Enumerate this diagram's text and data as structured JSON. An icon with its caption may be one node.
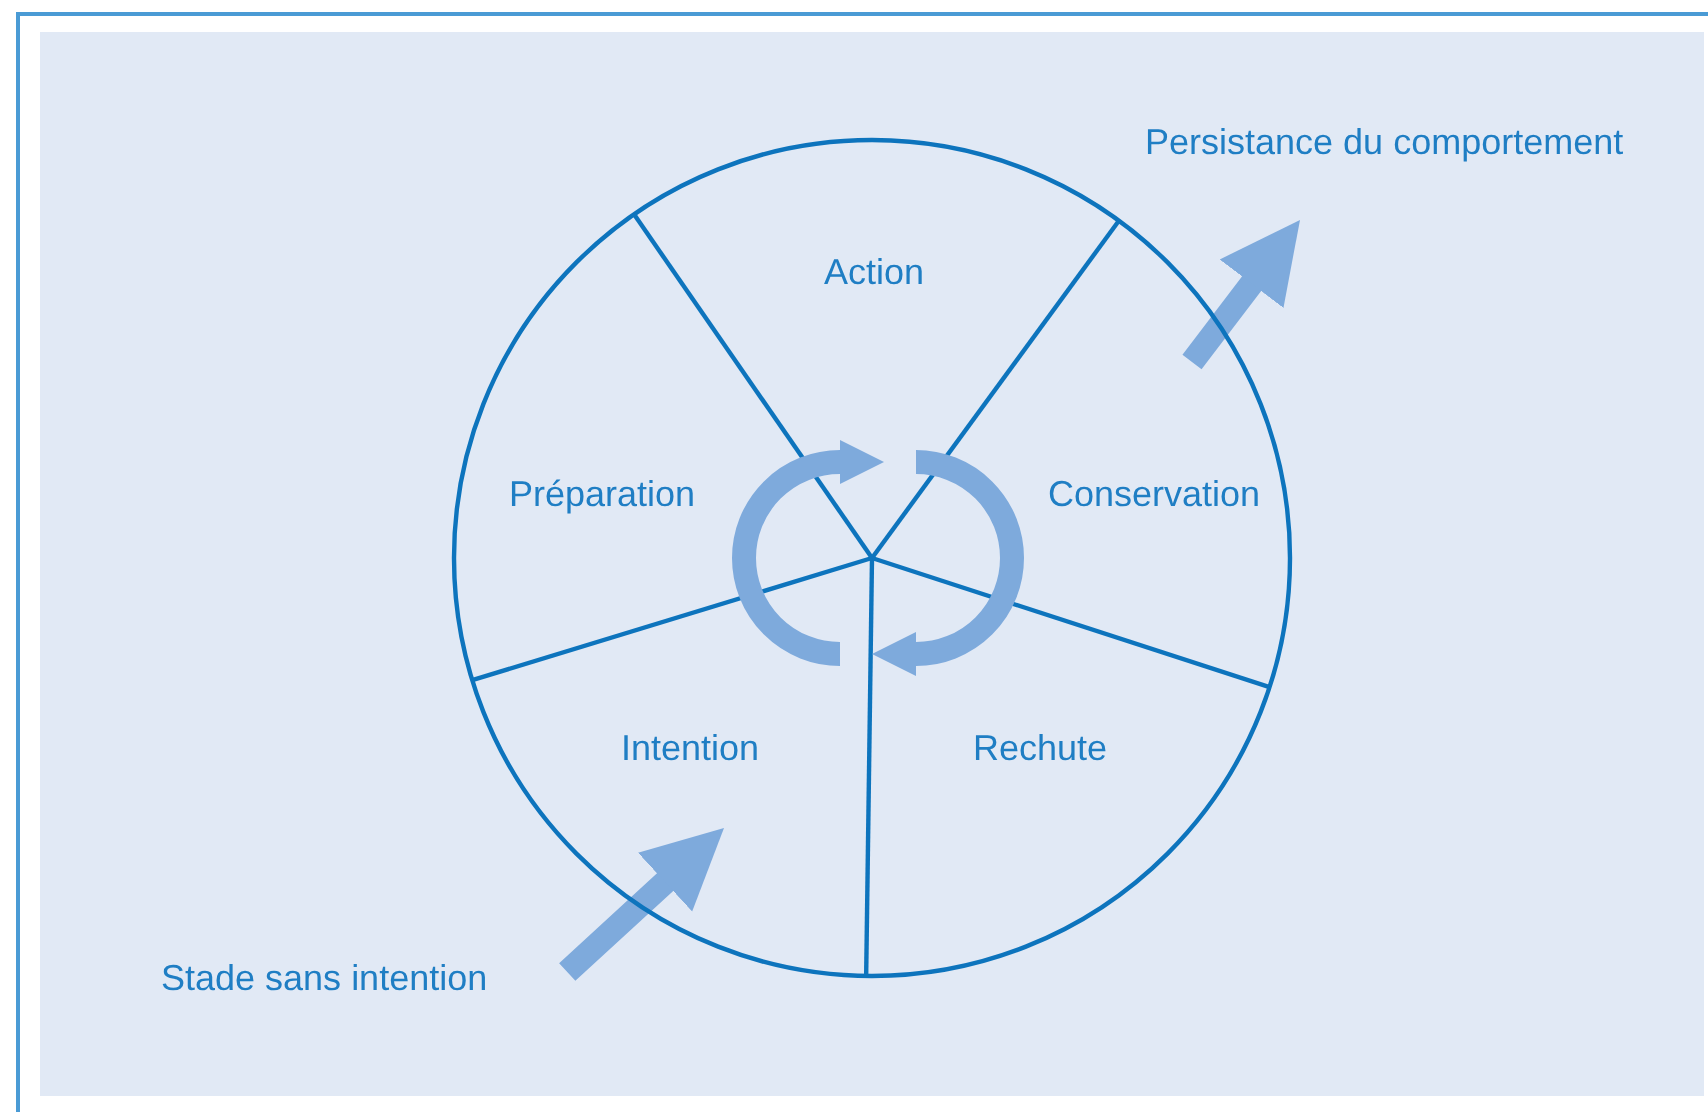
{
  "diagram": {
    "nodes": [
      {
        "text": [
          "Action"
        ]
      },
      {
        "text": [
          "Conservation"
        ]
      },
      {
        "text": [
          "Rechute"
        ]
      },
      {
        "text": [
          "Intention"
        ]
      },
      {
        "text": [
          "Préparation"
        ]
      },
      {
        "text": [
          "Stade sans intention"
        ]
      },
      {
        "text": [
          "Persistance du comportement"
        ]
      }
    ],
    "edges": [
      {
        "from": 5,
        "to": 3,
        "arrow": "to"
      },
      {
        "from": 1,
        "to": 6,
        "arrow": "to"
      }
    ]
  }
}
